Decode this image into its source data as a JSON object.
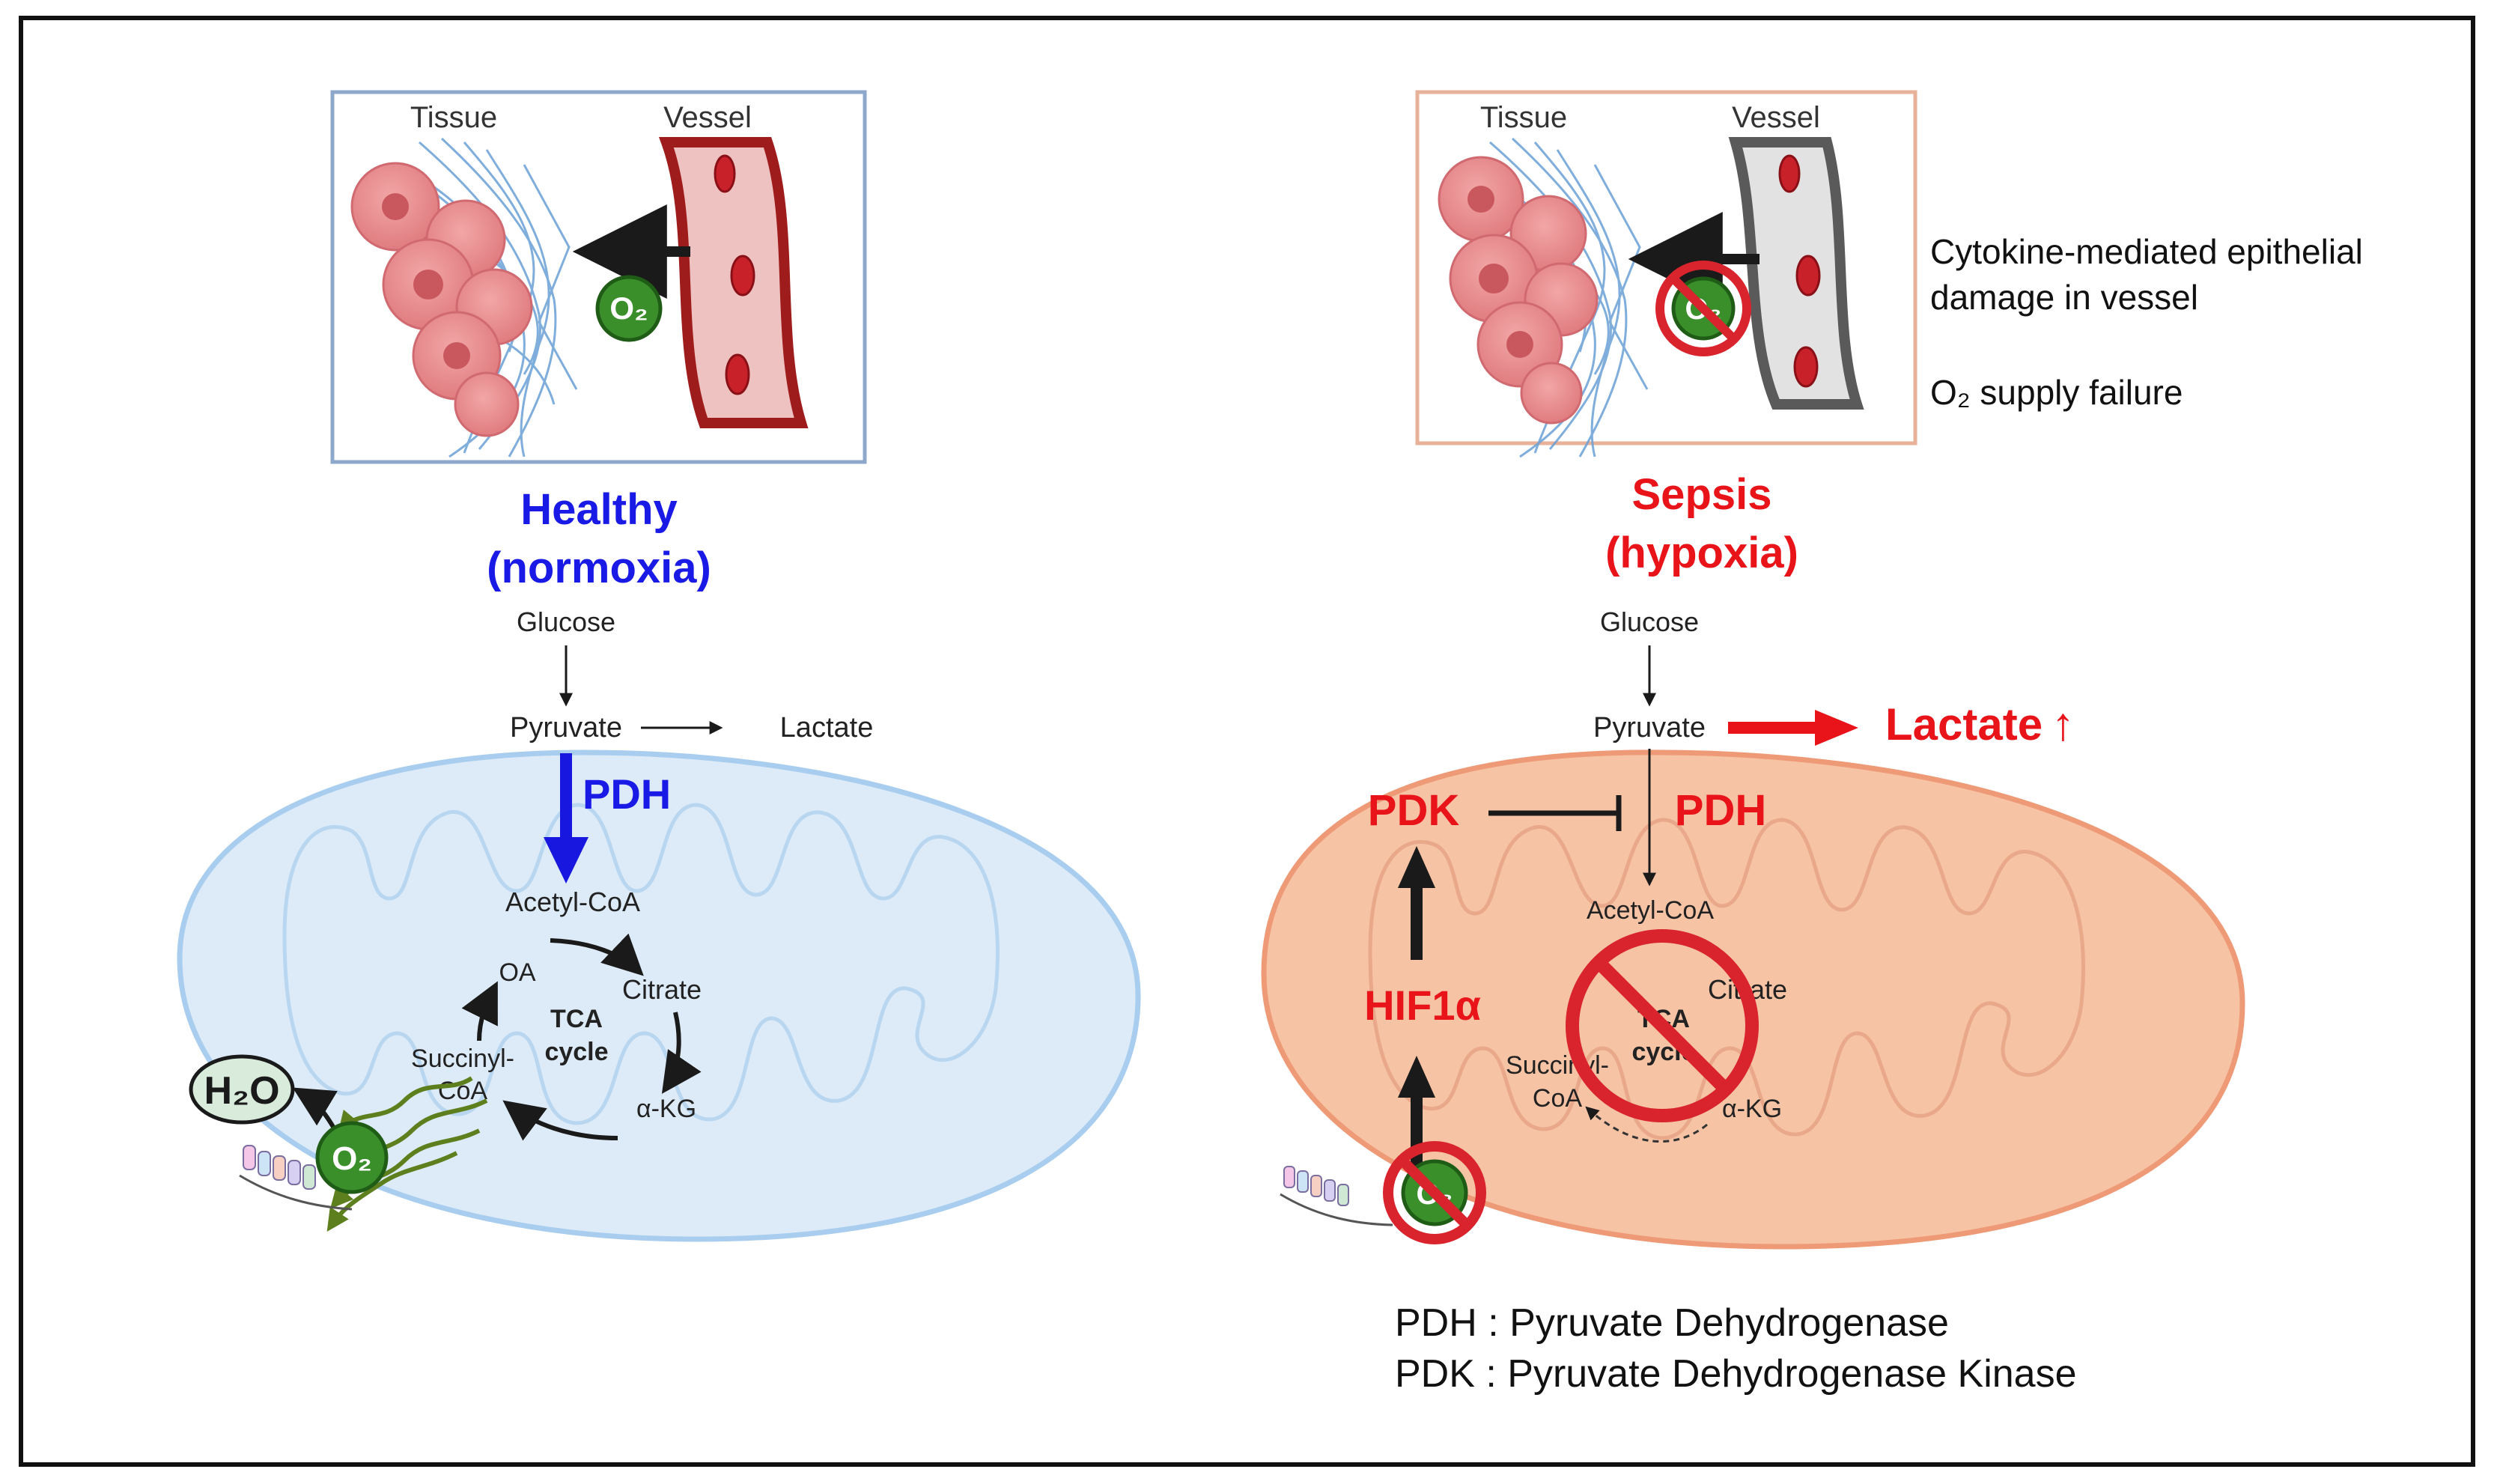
{
  "panels": {
    "healthy": {
      "inset": {
        "tissue_label": "Tissue",
        "vessel_label": "Vessel",
        "o2_badge": "O₂"
      },
      "title_line1": "Healthy",
      "title_line2": "(normoxia)",
      "pathway": {
        "glucose": "Glucose",
        "pyruvate": "Pyruvate",
        "lactate": "Lactate",
        "pdh": "PDH",
        "acetyl_coa": "Acetyl-CoA",
        "oa": "OA",
        "citrate": "Citrate",
        "tca_line1": "TCA",
        "tca_line2": "cycle",
        "succinyl_line1": "Succinyl-",
        "succinyl_line2": "CoA",
        "akg": "α-KG",
        "h2o": "H₂O",
        "o2_badge": "O₂"
      }
    },
    "sepsis": {
      "inset": {
        "tissue_label": "Tissue",
        "vessel_label": "Vessel",
        "o2_badge": "O₂"
      },
      "title_line1": "Sepsis",
      "title_line2": "(hypoxia)",
      "notes": {
        "cytokine_line1": "Cytokine-mediated epithelial",
        "cytokine_line2": "damage in vessel",
        "o2_supply": "O₂ supply failure"
      },
      "pathway": {
        "glucose": "Glucose",
        "pyruvate": "Pyruvate",
        "lactate": "Lactate",
        "lactate_up": "↑",
        "pdk": "PDK",
        "pdh": "PDH",
        "hif": "HIF1α",
        "acetyl_coa": "Acetyl-CoA",
        "citrate": "Citrate",
        "tca_line1": "TCA",
        "tca_line2": "cycle",
        "succinyl_line1": "Succinyl-",
        "succinyl_line2": "CoA",
        "akg": "α-KG",
        "o2_badge": "O₂"
      }
    }
  },
  "legend": {
    "pdh_def": "PDH : Pyruvate Dehydrogenase",
    "pdk_def": "PDK : Pyruvate Dehydrogenase Kinase"
  },
  "colors": {
    "healthy_title": "#1a1ae6",
    "sepsis_red": "#e8141a",
    "healthy_mito_fill": "#ddebf8",
    "healthy_mito_stroke": "#a9cdee",
    "sepsis_mito_fill": "#f6c3a5",
    "sepsis_mito_stroke": "#ee9a77",
    "o2_green": "#2e8b2e",
    "no_sign": "#d9232d"
  }
}
